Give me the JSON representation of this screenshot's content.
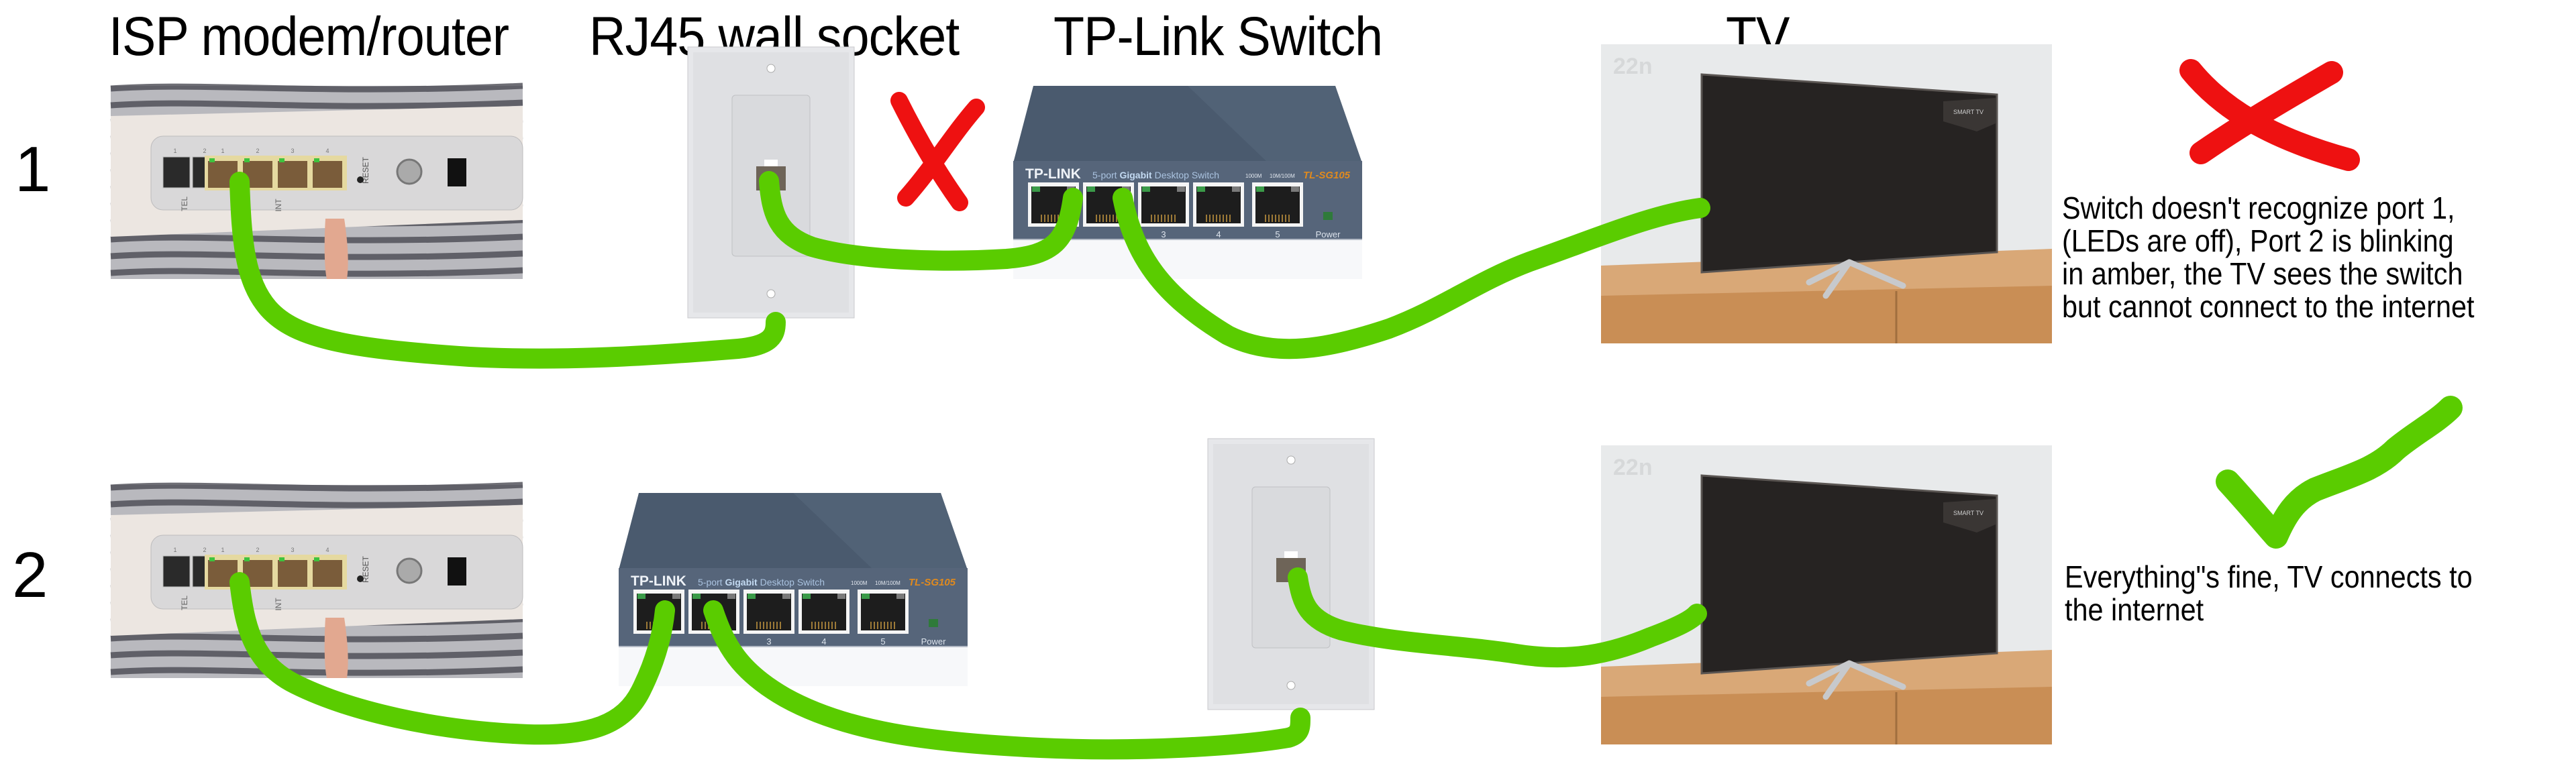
{
  "headers": {
    "router": "ISP modem/router",
    "wall_socket": "RJ45 wall socket",
    "switch": "TP-Link Switch",
    "tv": "TV"
  },
  "rows": [
    {
      "number": "1",
      "status": "fail",
      "order": [
        "ISP modem/router",
        "RJ45 wall socket",
        "TP-Link Switch",
        "TV"
      ],
      "note": "Switch doesn't recognize port 1,\n(LEDs are off), Port 2 is blinking\nin amber, the TV sees the switch\nbut cannot connect to the internet"
    },
    {
      "number": "2",
      "status": "ok",
      "order": [
        "ISP modem/router",
        "TP-Link Switch",
        "RJ45 wall socket",
        "TV"
      ],
      "note": "Everything\"s fine, TV connects to\nthe internet"
    }
  ],
  "router": {
    "tel_label": "TEL",
    "int_label": "INT",
    "reset_label": "RESET",
    "tel_ports": [
      "1",
      "2"
    ],
    "int_ports": [
      "1",
      "2",
      "3",
      "4"
    ]
  },
  "switch": {
    "brand": "TP-LINK",
    "desc_prefix": "5-port ",
    "desc_bold": "Gigabit",
    "desc_suffix": " Desktop Switch",
    "speed_1000": "1000M",
    "speed_100": "10M/100M",
    "model": "TL-SG105",
    "port_labels": [
      "",
      "",
      "3",
      "4",
      "5"
    ],
    "power_label": "Power"
  },
  "tv": {
    "watermark": "22n",
    "badge": "SMART TV"
  },
  "colors": {
    "cable": "#5acc00",
    "fail_mark": "#ee1111",
    "ok_mark": "#5acc00",
    "switch_body": "#4a5a6e",
    "model_text": "#e08a1e"
  }
}
